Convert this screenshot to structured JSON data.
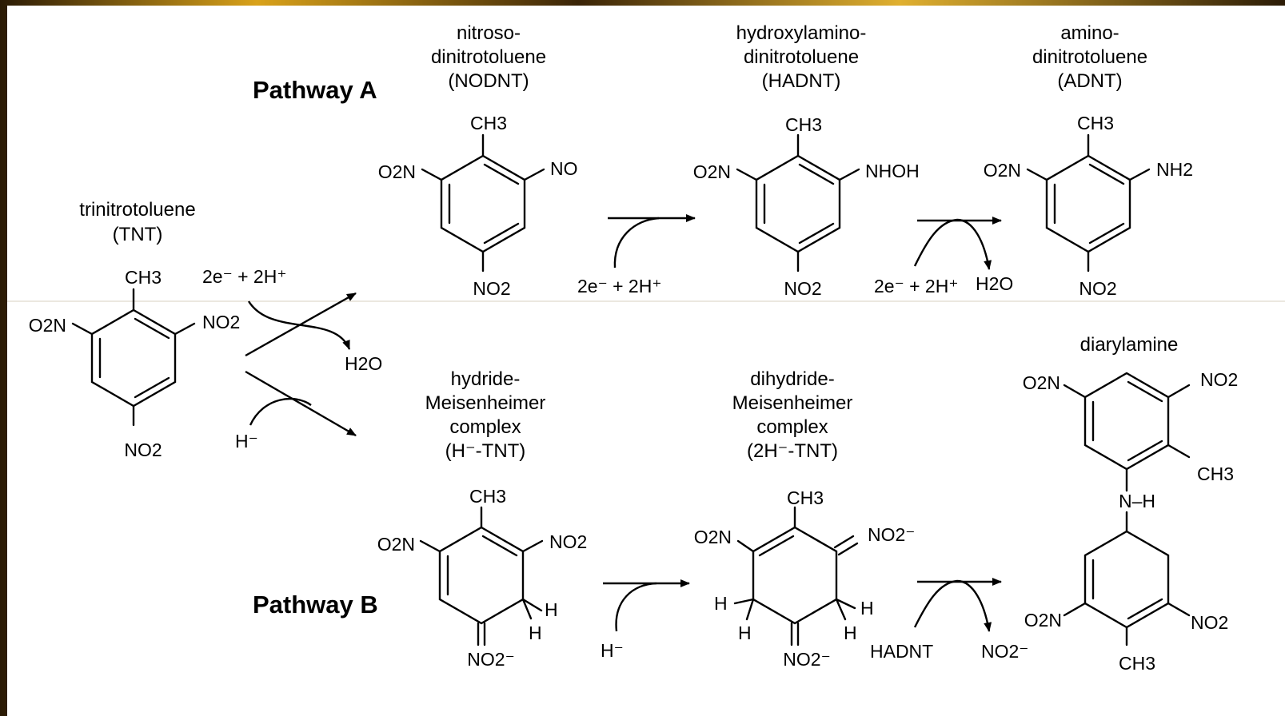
{
  "pathway_a": {
    "label": "Pathway A"
  },
  "pathway_b": {
    "label": "Pathway B"
  },
  "tnt": {
    "name": "trinitrotoluene",
    "abbr": "(TNT)",
    "top": "CH3",
    "left": "O2N",
    "right": "NO2",
    "bottom": "NO2"
  },
  "nodnt": {
    "name1": "nitroso-",
    "name2": "dinitrotoluene",
    "abbr": "(NODNT)",
    "top": "CH3",
    "left": "O2N",
    "right": "NO",
    "bottom": "NO2"
  },
  "hadnt": {
    "name1": "hydroxylamino-",
    "name2": "dinitrotoluene",
    "abbr": "(HADNT)",
    "top": "CH3",
    "left": "O2N",
    "right": "NHOH",
    "bottom": "NO2"
  },
  "adnt": {
    "name1": "amino-",
    "name2": "dinitrotoluene",
    "abbr": "(ADNT)",
    "top": "CH3",
    "left": "O2N",
    "right": "NH2",
    "bottom": "NO2"
  },
  "h_tnt": {
    "name1": "hydride-",
    "name2": "Meisenheimer",
    "name3": "complex",
    "abbr": "(H⁻-TNT)",
    "top": "CH3",
    "left": "O2N",
    "right": "NO2",
    "h1": "H",
    "h2": "H",
    "bottom": "NO2⁻"
  },
  "h2_tnt": {
    "name1": "dihydride-",
    "name2": "Meisenheimer",
    "name3": "complex",
    "abbr": "(2H⁻-TNT)",
    "top": "CH3",
    "left": "O2N",
    "right": "NO2⁻",
    "h_left1": "H",
    "h_left2": "H",
    "h_right1": "H",
    "h_right2": "H",
    "bottom": "NO2⁻"
  },
  "diarylamine": {
    "name": "diarylamine",
    "upper_left": "O2N",
    "upper_right": "NO2",
    "upper_ch3": "CH3",
    "link": "N–H",
    "lower_left": "O2N",
    "lower_right": "NO2",
    "lower_ch3": "CH3"
  },
  "reagents": {
    "a1_in": "2e⁻ + 2H⁺",
    "a1_out": "H2O",
    "a2_in": "2e⁻ + 2H⁺",
    "a3_in": "2e⁻ + 2H⁺",
    "a3_out": "H2O",
    "b1_in": "H⁻",
    "b2_in": "H⁻",
    "b3_in": "HADNT",
    "b3_out": "NO2⁻"
  }
}
